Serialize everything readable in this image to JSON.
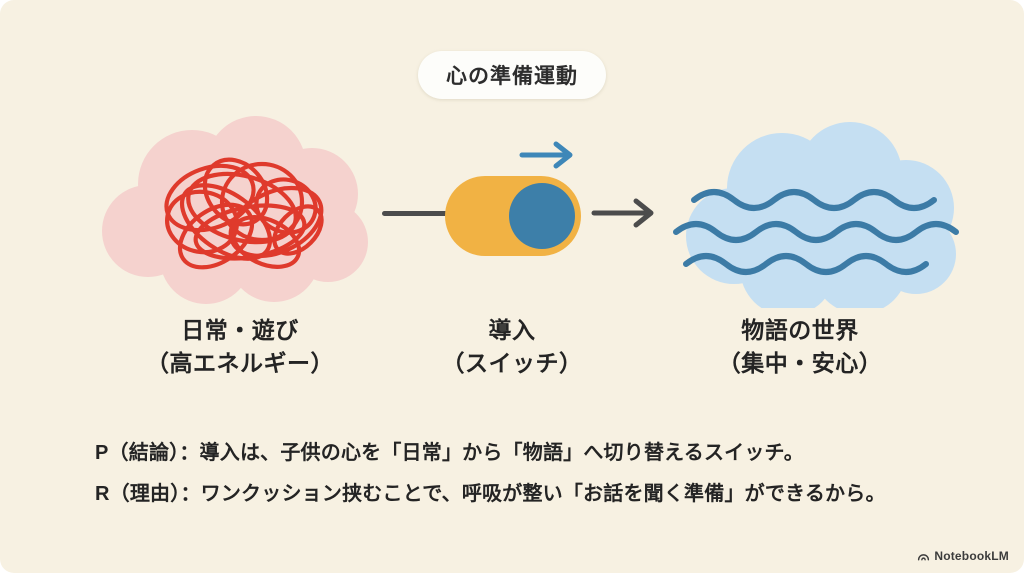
{
  "badge": {
    "label": "心の準備運動"
  },
  "diagram": {
    "left": {
      "title": "日常・遊び",
      "subtitle": "（高エネルギー）",
      "shape": "scribble-cloud"
    },
    "middle": {
      "title": "導入",
      "subtitle": "（スイッチ）",
      "shape": "toggle-switch"
    },
    "right": {
      "title": "物語の世界",
      "subtitle": "（集中・安心）",
      "shape": "wave-cloud"
    }
  },
  "notes": {
    "line1": "P（結論）：導入は、子供の心を「日常」から「物語」へ切り替えるスイッチ。",
    "line2": "R（理由）：ワンクッション挟むことで、呼吸が整い「お話を聞く準備」ができるから。"
  },
  "footer": {
    "brand": "NotebookLM"
  },
  "colors": {
    "background": "#f7f1e2",
    "badge_bg": "#fdfdfa",
    "pink_cloud": "#f5d2ce",
    "red_scribble": "#df3a2c",
    "toggle_orange": "#f1b244",
    "knob_blue": "#3d7fa9",
    "blue_cloud": "#c5dff2",
    "wave_blue": "#3c7ba6",
    "blue_arrow": "#3e87b8",
    "dark_arrow": "#4c4c4c",
    "text": "#242424"
  }
}
